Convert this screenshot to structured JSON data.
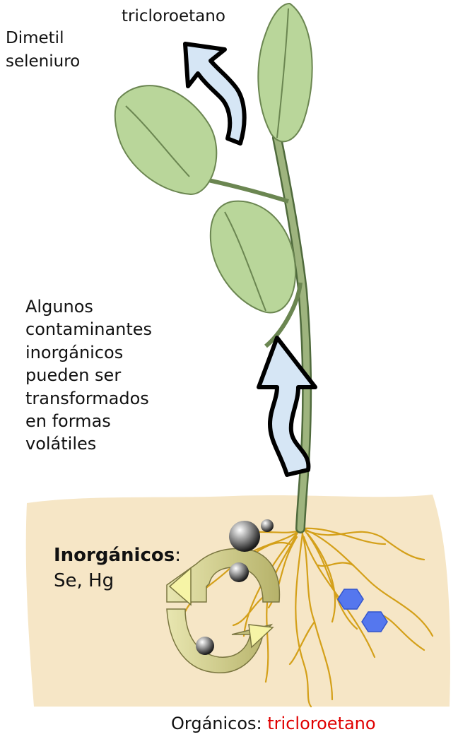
{
  "labels": {
    "volatile_compound_top": "tricloroetano",
    "volatile_compound_left_line1": "Dimetil",
    "volatile_compound_left_line2": "seleniuro",
    "description_lines": [
      "Algunos",
      "contaminantes",
      "inorgánicos",
      "pueden ser",
      "transformados",
      "en formas",
      "volátiles"
    ],
    "inorganic_title": "Inorgánicos",
    "inorganic_colon": ":",
    "inorganic_elements": "Se, Hg",
    "organic_prefix": "Orgánicos: ",
    "organic_compound": "tricloroetano"
  },
  "colors": {
    "soil": "#f6e6c6",
    "root": "#d4a019",
    "leaf": "#b9d69a",
    "arrow_fill": "#d6e6f5",
    "cycle_arrow": "#c8c486",
    "organic_text": "#e00000",
    "molecule": "#5577ee"
  }
}
